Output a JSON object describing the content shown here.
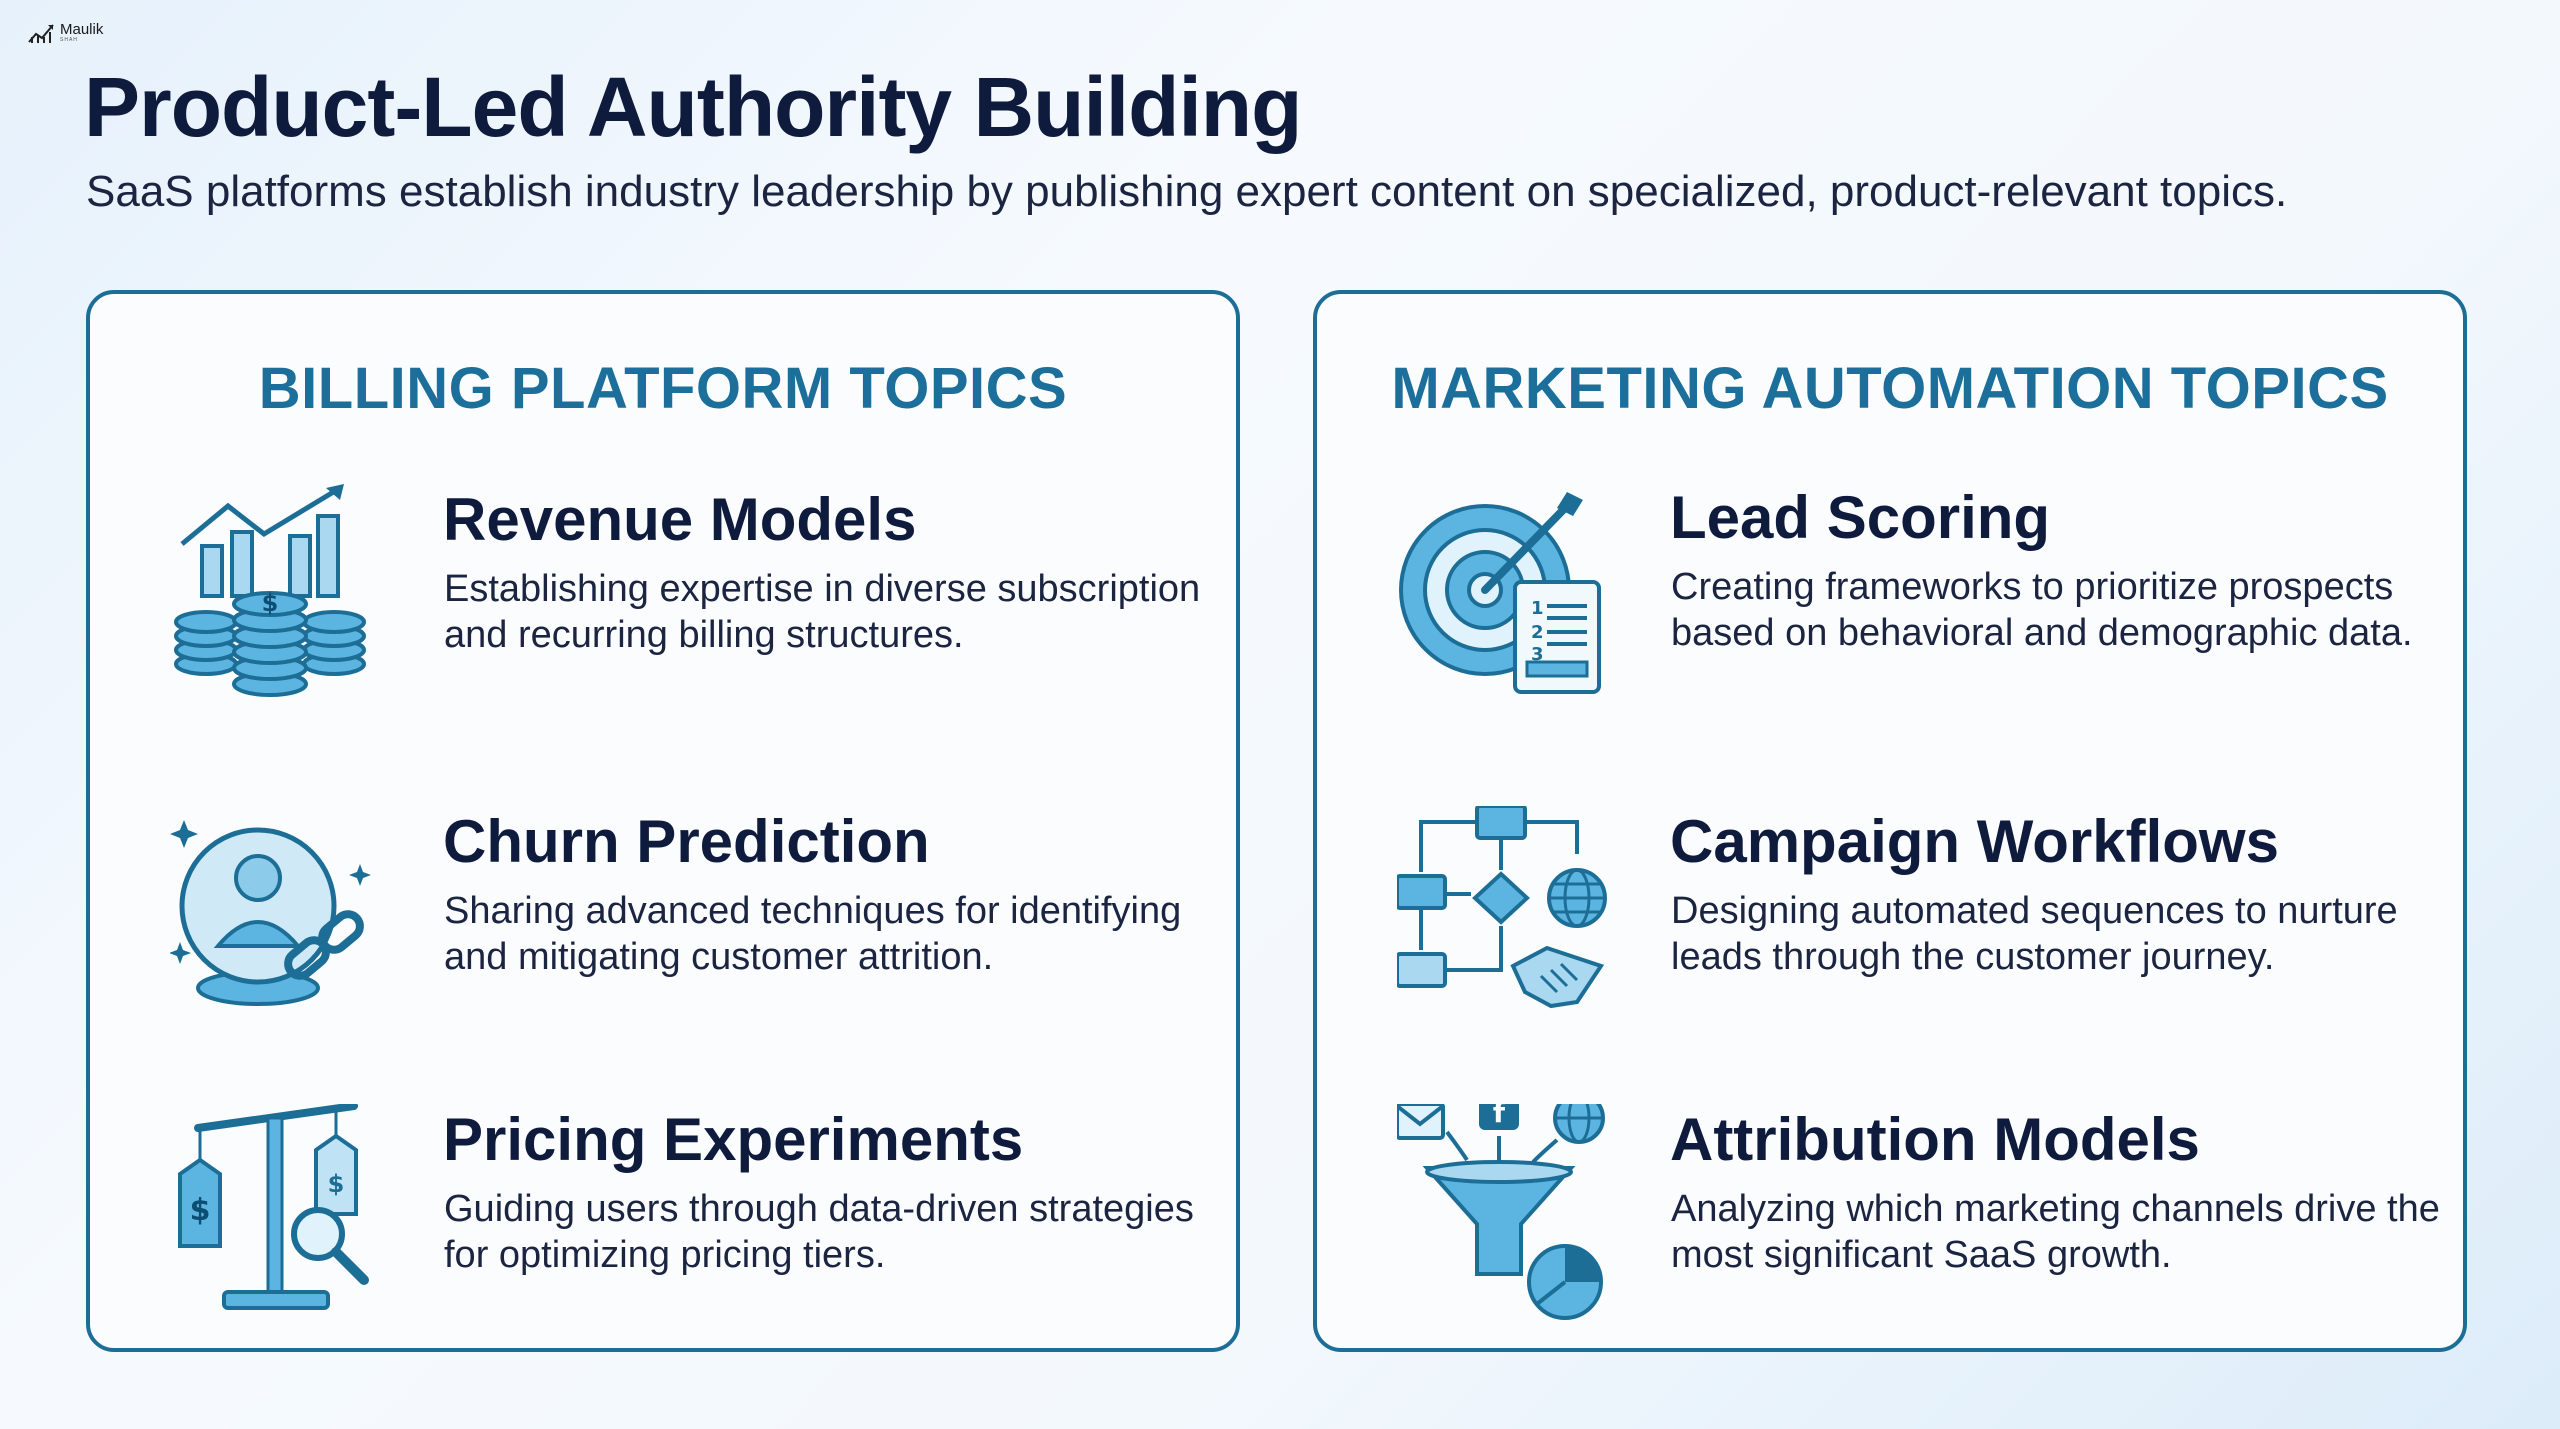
{
  "logo": {
    "name": "Maulik",
    "sub": "SHAH"
  },
  "title": "Product-Led Authority Building",
  "subtitle": "SaaS platforms establish industry leadership by publishing expert content on specialized, product-relevant topics.",
  "colors": {
    "accent": "#1b6f9a",
    "border": "#1d6e96",
    "title": "#0f1b3d",
    "icon_fill": "#5bb5e0",
    "icon_stroke": "#1d6e96"
  },
  "billing": {
    "heading": "BILLING PLATFORM TOPICS",
    "items": [
      {
        "title": "Revenue Models",
        "desc": "Establishing expertise in diverse subscription and recurring billing structures.",
        "icon": "revenue-coins-chart-icon"
      },
      {
        "title": "Churn Prediction",
        "desc": "Sharing advanced techniques for identifying and mitigating customer attrition.",
        "icon": "crystal-ball-broken-link-icon"
      },
      {
        "title": "Pricing Experiments",
        "desc": "Guiding users through data-driven strategies for optimizing pricing tiers.",
        "icon": "scale-price-tags-icon"
      }
    ]
  },
  "marketing": {
    "heading": "MARKETING AUTOMATION TOPICS",
    "items": [
      {
        "title": "Lead Scoring",
        "desc": "Creating frameworks to prioritize prospects based on behavioral and demographic data.",
        "icon": "target-checklist-icon",
        "list_numbers": [
          "1",
          "2",
          "3"
        ]
      },
      {
        "title": "Campaign Workflows",
        "desc": "Designing automated sequences to nurture leads through the customer journey.",
        "icon": "workflow-handshake-icon"
      },
      {
        "title": "Attribution Models",
        "desc": "Analyzing which marketing channels drive the most significant SaaS growth.",
        "icon": "funnel-channels-icon",
        "channel_glyph": "f"
      }
    ]
  }
}
